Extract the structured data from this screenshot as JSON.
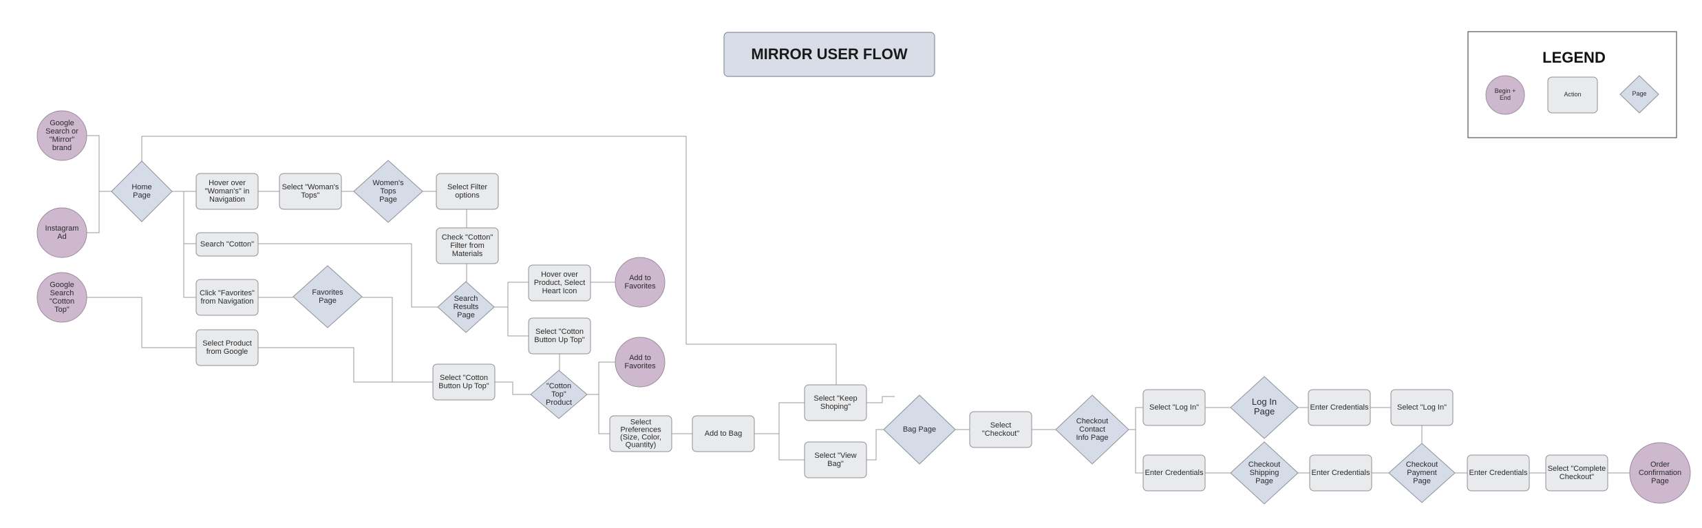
{
  "title": "MIRROR USER FLOW",
  "legend": {
    "title": "LEGEND",
    "items": [
      {
        "shape": "terminal",
        "label": "Begin +\nEnd"
      },
      {
        "shape": "action",
        "label": "Action"
      },
      {
        "shape": "page",
        "label": "Page"
      }
    ]
  },
  "colors": {
    "terminal": "#cdb8ce",
    "action": "#e9eaec",
    "page": "#d6dbe8",
    "title": "#d9dde8"
  },
  "nodes": {
    "google_search": {
      "type": "terminal",
      "label": "Google\nSearch or\n\"Mirror\"\nbrand"
    },
    "instagram_ad": {
      "type": "terminal",
      "label": "Instagram\nAd"
    },
    "google_cotton": {
      "type": "terminal",
      "label": "Google\nSearch\n\"Cotton\nTop\""
    },
    "home_page": {
      "type": "page",
      "label": "Home\nPage"
    },
    "hover_womans": {
      "type": "action",
      "label": "Hover over\n\"Woman's\" in\nNavigation"
    },
    "select_womans_tops": {
      "type": "action",
      "label": "Select \"Woman's\nTops\""
    },
    "womens_tops_page": {
      "type": "page",
      "label": "Women's\nTops\nPage"
    },
    "select_filter": {
      "type": "action",
      "label": "Select Filter\noptions"
    },
    "check_cotton_filter": {
      "type": "action",
      "label": "Check \"Cotton\"\nFilter from\nMaterials"
    },
    "search_cotton": {
      "type": "action",
      "label": "Search \"Cotton\""
    },
    "search_results_page": {
      "type": "page",
      "label": "Search\nResults\nPage"
    },
    "hover_product": {
      "type": "action",
      "label": "Hover over\nProduct, Select\nHeart Icon"
    },
    "add_fav_1": {
      "type": "terminal",
      "label": "Add to\nFavorites"
    },
    "click_favorites": {
      "type": "action",
      "label": "Click \"Favorites\"\nfrom Navigation"
    },
    "favorites_page": {
      "type": "page",
      "label": "Favorites\nPage"
    },
    "select_cotton_btn_1": {
      "type": "action",
      "label": "Select \"Cotton\nButton Up Top\""
    },
    "select_product_google": {
      "type": "action",
      "label": "Select Product\nfrom Google"
    },
    "select_cotton_btn_2": {
      "type": "action",
      "label": "Select \"Cotton\nButton Up Top\""
    },
    "cotton_top_product": {
      "type": "page",
      "label": "\"Cotton\nTop\"\nProduct"
    },
    "add_fav_2": {
      "type": "terminal",
      "label": "Add to\nFavorites"
    },
    "select_preferences": {
      "type": "action",
      "label": "Select\nPreferences\n(Size, Color,\nQuantity)"
    },
    "add_to_bag": {
      "type": "action",
      "label": "Add to Bag"
    },
    "keep_shopping": {
      "type": "action",
      "label": "Select \"Keep\nShoping\""
    },
    "view_bag": {
      "type": "action",
      "label": "Select \"View\nBag\""
    },
    "bag_page": {
      "type": "page",
      "label": "Bag Page"
    },
    "select_checkout": {
      "type": "action",
      "label": "Select\n\"Checkout\""
    },
    "checkout_contact_page": {
      "type": "page",
      "label": "Checkout\nContact\nInfo Page"
    },
    "select_login_1": {
      "type": "action",
      "label": "Select \"Log In\""
    },
    "login_page": {
      "type": "page",
      "label": "Log In\nPage"
    },
    "enter_credentials_1": {
      "type": "action",
      "label": "Enter Credentials"
    },
    "select_login_2": {
      "type": "action",
      "label": "Select \"Log In\""
    },
    "enter_credentials_2": {
      "type": "action",
      "label": "Enter Credentials"
    },
    "checkout_shipping_page": {
      "type": "page",
      "label": "Checkout\nShipping\nPage"
    },
    "enter_credentials_3": {
      "type": "action",
      "label": "Enter Credentials"
    },
    "checkout_payment_page": {
      "type": "page",
      "label": "Checkout\nPayment\nPage"
    },
    "enter_credentials_4": {
      "type": "action",
      "label": "Enter Credentials"
    },
    "select_complete_checkout": {
      "type": "action",
      "label": "Select \"Complete\nCheckout\""
    },
    "order_confirmation": {
      "type": "terminal",
      "label": "Order\nConfirmation\nPage"
    }
  }
}
